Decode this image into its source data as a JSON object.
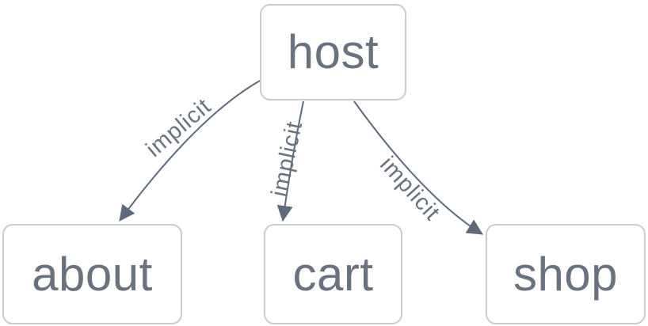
{
  "diagram": {
    "type": "flowchart",
    "direction": "top-down",
    "nodes": [
      {
        "id": "host",
        "label": "host"
      },
      {
        "id": "about",
        "label": "about"
      },
      {
        "id": "cart",
        "label": "cart"
      },
      {
        "id": "shop",
        "label": "shop"
      }
    ],
    "edges": [
      {
        "from": "host",
        "to": "about",
        "label": "implicit",
        "arrow": "arrowhead"
      },
      {
        "from": "host",
        "to": "cart",
        "label": "implicit",
        "arrow": "arrowhead"
      },
      {
        "from": "host",
        "to": "shop",
        "label": "implicit",
        "arrow": "arrowhead"
      }
    ],
    "colors": {
      "background": "#ffffff",
      "node_fill": "#ffffff",
      "node_border": "#c9cdd2",
      "node_text": "#6a7280",
      "edge_stroke": "#5e6a7c",
      "edge_label_text": "#6a7280"
    }
  }
}
